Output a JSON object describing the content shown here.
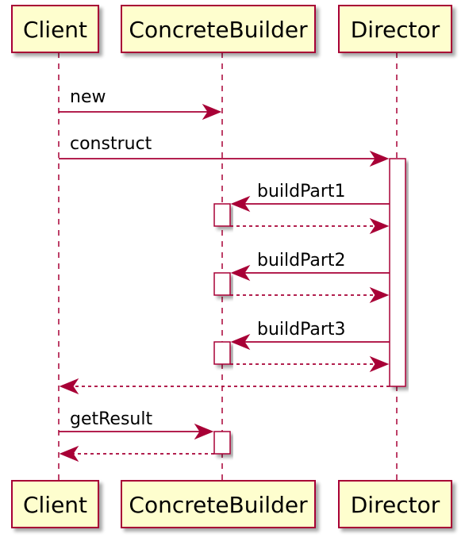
{
  "participants": {
    "client": "Client",
    "builder": "ConcreteBuilder",
    "director": "Director"
  },
  "messages": {
    "new": "new",
    "construct": "construct",
    "buildPart1": "buildPart1",
    "buildPart2": "buildPart2",
    "buildPart3": "buildPart3",
    "getResult": "getResult"
  },
  "colors": {
    "line": "#A80036",
    "box_fill": "#FEFECE",
    "activation_fill": "#FFFFFF"
  }
}
